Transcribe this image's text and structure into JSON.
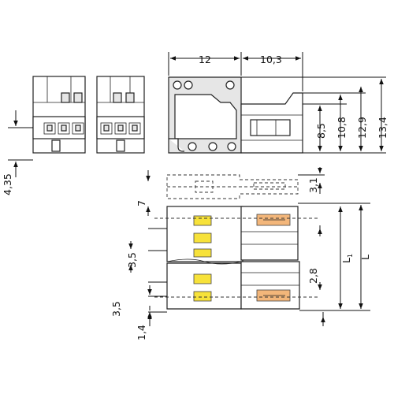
{
  "dimensions": {
    "width_12": "12",
    "width_10_3": "10,3",
    "height_8_5": "8,5",
    "height_10_8": "10,8",
    "height_12_9": "12,9",
    "height_13_4": "13,4",
    "offset_4_35": "4,35",
    "offset_3_1": "3,1",
    "pitch_7": "7",
    "pitch_3_5_upper": "3,5",
    "pitch_2_8": "2,8",
    "pitch_3_5_lower": "3,5",
    "offset_1_4": "1,4",
    "length_l1": "L",
    "length_l1_sub": "1",
    "length_l": "L"
  },
  "colors": {
    "body_gray": "#e6e6e6",
    "contact_yellow": "#f7e23a",
    "pin_orange": "#f3b67a"
  }
}
